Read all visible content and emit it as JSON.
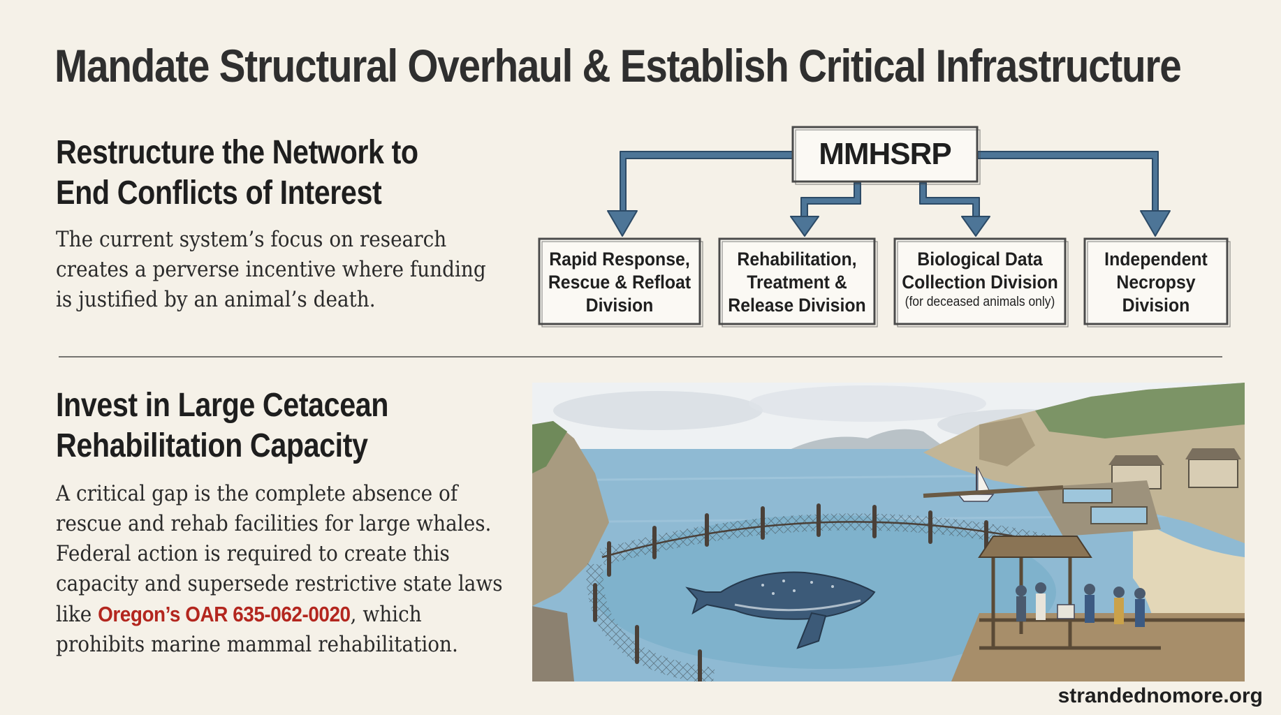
{
  "title": "Mandate Structural Overhaul & Establish Critical Infrastructure",
  "section1": {
    "heading_lines": [
      "Restructure the Network to",
      "End Conflicts of Interest"
    ],
    "body_lines": [
      "The current system’s focus on research",
      "creates a perverse incentive where funding",
      "is justified by an animal’s death."
    ]
  },
  "org_chart": {
    "root": "MMHSRP",
    "children": [
      {
        "lines": [
          "Rapid Response,",
          "Rescue & Refloat",
          "Division"
        ],
        "note": ""
      },
      {
        "lines": [
          "Rehabilitation,",
          "Treatment &",
          "Release Division"
        ],
        "note": ""
      },
      {
        "lines": [
          "Biological Data",
          "Collection Division"
        ],
        "note": "(for deceased animals only)"
      },
      {
        "lines": [
          "Independent",
          "Necropsy",
          "Division"
        ],
        "note": ""
      }
    ],
    "colors": {
      "arrow": "#4d7597",
      "arrow_outline": "#2c4a66",
      "box_border": "#4a4a4a"
    }
  },
  "section2": {
    "heading_lines": [
      "Invest in Large Cetacean",
      "Rehabilitation Capacity"
    ],
    "body_lines": [
      "A critical gap is the complete absence of",
      "rescue and rehab facilities for large whales.",
      "Federal action is required to create this",
      "capacity and supersede restrictive state laws"
    ],
    "body_line5_prefix": "like ",
    "body_line5_highlight": "Oregon’s OAR 635-062-0020",
    "body_line5_suffix": ", which",
    "body_line6": "prohibits marine mammal rehabilitation.",
    "highlight_color": "#b3261e"
  },
  "illustration": {
    "icon": "whale-sanctuary-illustration",
    "colors": {
      "sea": "#8fbad3",
      "pen_water": "#7fb2cc",
      "cliff": "#b8ab8f",
      "sky": "#eef1f3",
      "whale": "#3c5a78"
    }
  },
  "footer": {
    "website": "strandednomore.org"
  }
}
